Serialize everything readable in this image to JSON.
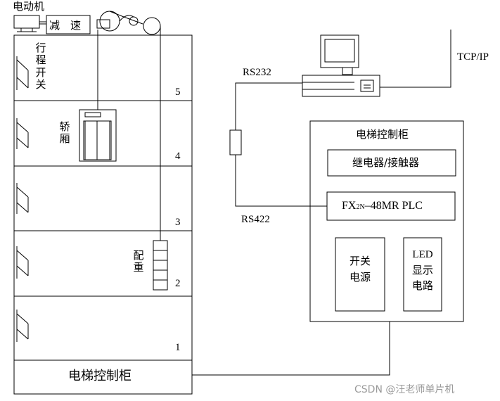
{
  "shaft": {
    "motor_label": "电动机",
    "reducer_label": "减　速",
    "travel_switch_label": "行程开关",
    "car_label": "轿厢",
    "counterweight_label": "配重",
    "floors": [
      "5",
      "4",
      "3",
      "2",
      "1"
    ],
    "bottom_cabinet_label": "电梯控制柜"
  },
  "network": {
    "tcp_label": "TCP/IP",
    "rs232_label": "RS232",
    "rs422_label": "RS422"
  },
  "cabinet": {
    "title": "电梯控制柜",
    "relay_label": "继电器/接触器",
    "plc_label_prefix": "FX",
    "plc_label_sub": "2N",
    "plc_label_suffix": "–48MR PLC",
    "psu_label": "开关电源",
    "led_label_line1": "LED",
    "led_label_line2": "显示",
    "led_label_line3": "电路"
  },
  "watermark": "CSDN @汪老师单片机"
}
